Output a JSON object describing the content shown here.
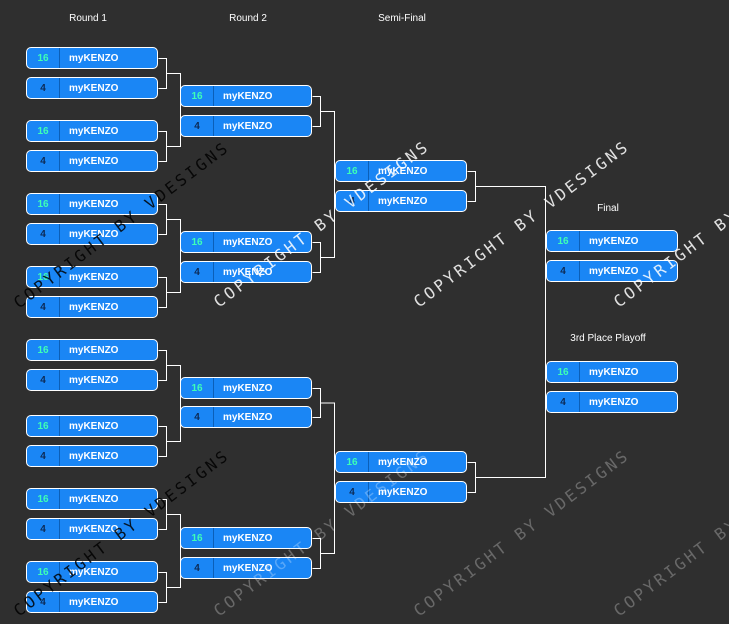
{
  "titles": {
    "round1": "Round 1",
    "round2": "Round 2",
    "semi": "Semi-Final",
    "final": "Final",
    "third": "3rd Place Playoff"
  },
  "watermark": "COPYRIGHT BY VDESIGNS",
  "colors": {
    "slot": "#1a86f5",
    "seed_high": "#3dffb6",
    "seed_low": "#0c2a55",
    "background": "#2f2f2f"
  },
  "matches": {
    "round1": [
      [
        {
          "seed": "16",
          "team": "myKENZO"
        },
        {
          "seed": "4",
          "team": "myKENZO"
        }
      ],
      [
        {
          "seed": "16",
          "team": "myKENZO"
        },
        {
          "seed": "4",
          "team": "myKENZO"
        }
      ],
      [
        {
          "seed": "16",
          "team": "myKENZO"
        },
        {
          "seed": "4",
          "team": "myKENZO"
        }
      ],
      [
        {
          "seed": "16",
          "team": "myKENZO"
        },
        {
          "seed": "4",
          "team": "myKENZO"
        }
      ],
      [
        {
          "seed": "16",
          "team": "myKENZO"
        },
        {
          "seed": "4",
          "team": "myKENZO"
        }
      ],
      [
        {
          "seed": "16",
          "team": "myKENZO"
        },
        {
          "seed": "4",
          "team": "myKENZO"
        }
      ],
      [
        {
          "seed": "16",
          "team": "myKENZO"
        },
        {
          "seed": "4",
          "team": "myKENZO"
        }
      ],
      [
        {
          "seed": "16",
          "team": "myKENZO"
        },
        {
          "seed": "4",
          "team": "myKENZO"
        }
      ]
    ],
    "round2": [
      [
        {
          "seed": "16",
          "team": "myKENZO"
        },
        {
          "seed": "4",
          "team": "myKENZO"
        }
      ],
      [
        {
          "seed": "16",
          "team": "myKENZO"
        },
        {
          "seed": "4",
          "team": "myKENZO"
        }
      ],
      [
        {
          "seed": "16",
          "team": "myKENZO"
        },
        {
          "seed": "4",
          "team": "myKENZO"
        }
      ],
      [
        {
          "seed": "16",
          "team": "myKENZO"
        },
        {
          "seed": "4",
          "team": "myKENZO"
        }
      ]
    ],
    "semi": [
      [
        {
          "seed": "16",
          "team": "myKENZO"
        },
        {
          "seed": "4",
          "team": "myKENZO"
        }
      ],
      [
        {
          "seed": "16",
          "team": "myKENZO"
        },
        {
          "seed": "4",
          "team": "myKENZO"
        }
      ]
    ],
    "final": [
      [
        {
          "seed": "16",
          "team": "myKENZO"
        },
        {
          "seed": "4",
          "team": "myKENZO"
        }
      ]
    ],
    "third": [
      [
        {
          "seed": "16",
          "team": "myKENZO"
        },
        {
          "seed": "4",
          "team": "myKENZO"
        }
      ]
    ]
  }
}
